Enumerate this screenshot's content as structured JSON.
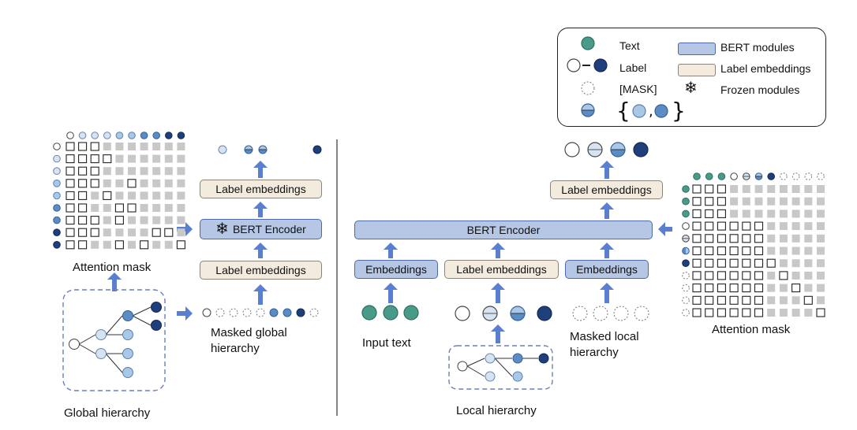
{
  "legend": {
    "text": "Text",
    "label": "Label",
    "mask": "[MASK]",
    "bert_modules": "BERT modules",
    "label_embeddings": "Label embeddings",
    "frozen_modules": "Frozen modules"
  },
  "left": {
    "attention_mask": "Attention mask",
    "global_hierarchy": "Global hierarchy",
    "label_embeddings_top": "Label embeddings",
    "bert_encoder": "BERT  Encoder",
    "label_embeddings_bottom": "Label embeddings",
    "masked_global_line1": "Masked global",
    "masked_global_line2": "hierarchy"
  },
  "right": {
    "label_embeddings_top": "Label embeddings",
    "bert_encoder": "BERT  Encoder",
    "embeddings_left": "Embeddings",
    "label_embeddings": "Label embeddings",
    "embeddings_right": "Embeddings",
    "input_text": "Input text",
    "masked_local_line1": "Masked local",
    "masked_local_line2": "hierarchy",
    "local_hierarchy": "Local hierarchy",
    "attention_mask": "Attention mask"
  },
  "colors": {
    "teal": "#4a9a8a",
    "navy": "#1f3f7a",
    "mid_blue": "#5b8cc4",
    "light_blue": "#a9c8e6",
    "pale_blue": "#d6e4f2",
    "arrow_blue": "#5b7fd0",
    "grey_cell": "#c8c8c8",
    "bert_fill": "#b6c7e6",
    "label_fill": "#f4ebdf"
  },
  "icons": {
    "frozen": "snowflake-icon"
  }
}
